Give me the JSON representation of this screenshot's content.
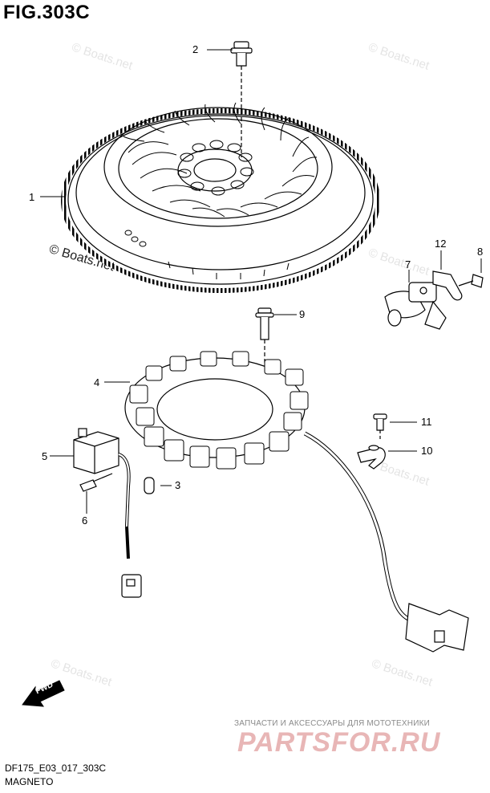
{
  "figure": {
    "title": "FIG.303C"
  },
  "callouts": [
    {
      "id": "1",
      "label": "1"
    },
    {
      "id": "2",
      "label": "2"
    },
    {
      "id": "3",
      "label": "3"
    },
    {
      "id": "4",
      "label": "4"
    },
    {
      "id": "5",
      "label": "5"
    },
    {
      "id": "6",
      "label": "6"
    },
    {
      "id": "7",
      "label": "7"
    },
    {
      "id": "8",
      "label": "8"
    },
    {
      "id": "9",
      "label": "9"
    },
    {
      "id": "10",
      "label": "10"
    },
    {
      "id": "11",
      "label": "11"
    },
    {
      "id": "12",
      "label": "12"
    }
  ],
  "watermarks": {
    "primary": "© Boats.net",
    "secondary": "© Boats.net"
  },
  "fwd_label": "FWD",
  "advert": {
    "tagline": "ЗАПЧАСТИ И АКСЕССУАРЫ ДЛЯ МОТОТЕХНИКИ",
    "logo_text": "PARTSFOR.RU"
  },
  "footer": {
    "code": "DF175_E03_017_303C",
    "name": "MAGNETO"
  }
}
